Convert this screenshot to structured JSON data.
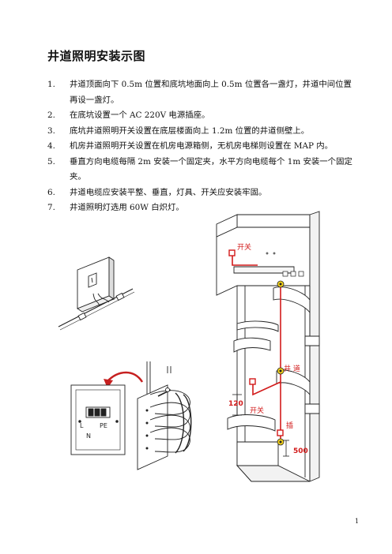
{
  "title": "井道照明安装示图",
  "items": [
    {
      "num": "1.",
      "text": "井道顶面向下 0.5m 位置和底坑地面向上 0.5m 位置各一盏灯，井道中间位置再设一盏灯。"
    },
    {
      "num": "2.",
      "text": "在底坑设置一个 AC 220V 电源插座。"
    },
    {
      "num": "3.",
      "text": "底坑井道照明开关设置在底层楼面向上 1.2m 位置的井道侧壁上。"
    },
    {
      "num": "4.",
      "text": "机房井道照明开关设置在机房电源箱侧，无机房电梯则设置在 MAP 内。"
    },
    {
      "num": "5.",
      "text": "垂直方向电缆每隔 2m 安装一个固定夹，水平方向电缆每个 1m 安装一个固定夹。"
    },
    {
      "num": "6.",
      "text": "井道电缆应安装平整、垂直，灯具、开关应安装牢固。"
    },
    {
      "num": "7.",
      "text": "井道照明灯选用 60W 白炽灯。"
    }
  ],
  "diagram": {
    "switch_top": "开关",
    "shaft": "井 道",
    "switch_bottom": "开关",
    "socket": "插",
    "dim_120": "120",
    "dim_500": "500",
    "panel_l": "L",
    "panel_pe": "PE",
    "panel_n": "N"
  },
  "colors": {
    "accent": "#d21a1a"
  },
  "page_number": "1"
}
